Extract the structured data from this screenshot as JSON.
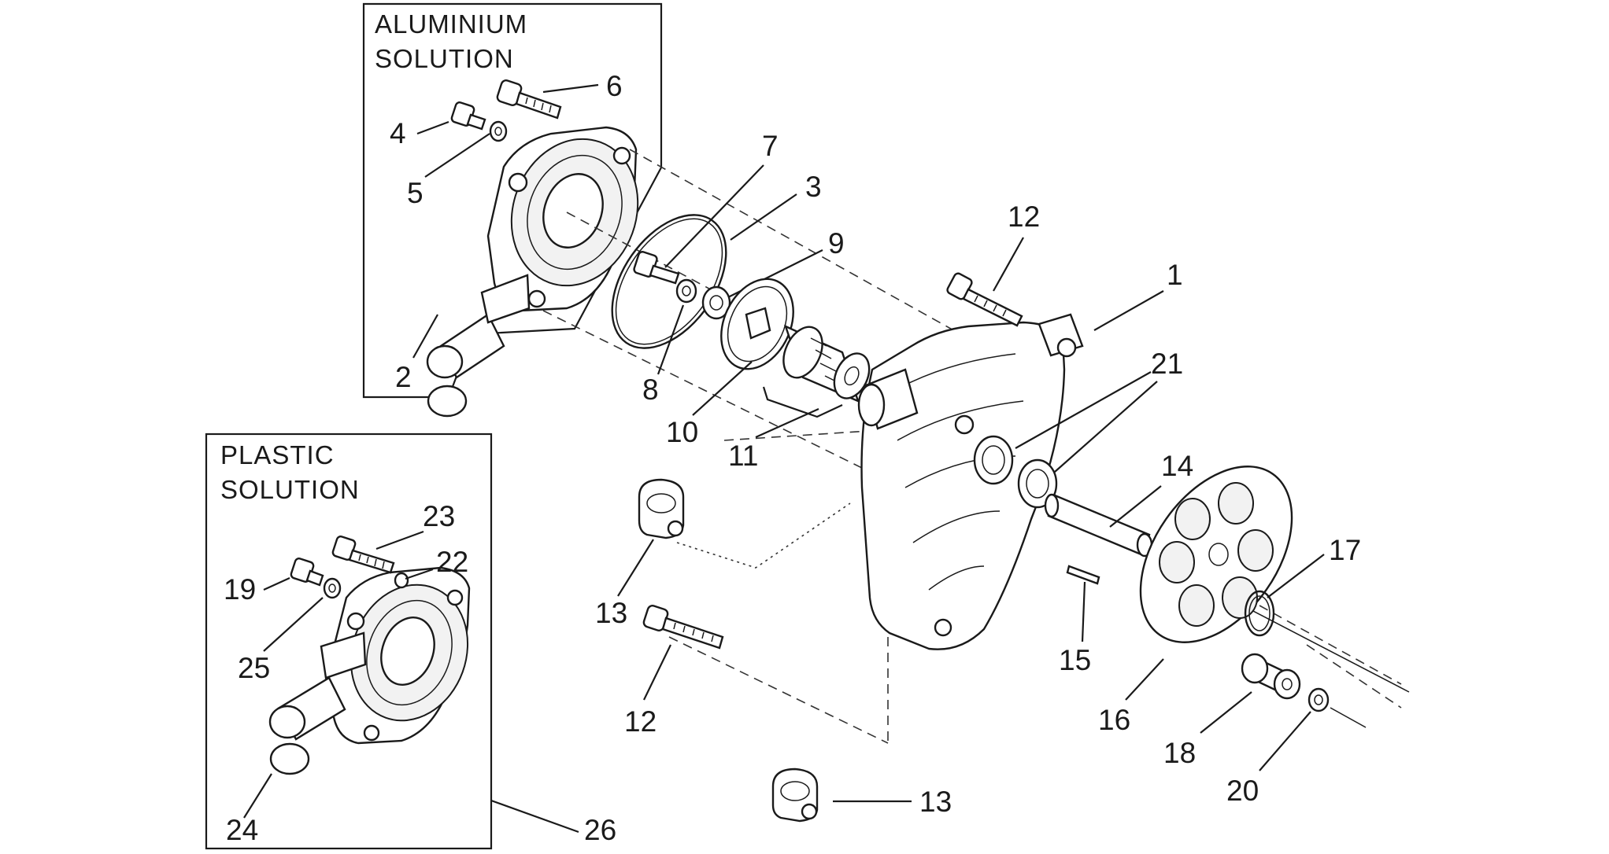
{
  "boxes": {
    "aluminium": {
      "title_line1": "ALUMINIUM",
      "title_line2": "SOLUTION"
    },
    "plastic": {
      "title_line1": "PLASTIC",
      "title_line2": "SOLUTION"
    }
  },
  "callouts": {
    "c1": "1",
    "c2": "2",
    "c3": "3",
    "c4": "4",
    "c5": "5",
    "c6": "6",
    "c7": "7",
    "c8": "8",
    "c9": "9",
    "c10": "10",
    "c11": "11",
    "c12a": "12",
    "c12b": "12",
    "c13a": "13",
    "c13b": "13",
    "c14": "14",
    "c15": "15",
    "c16": "16",
    "c17": "17",
    "c18": "18",
    "c19": "19",
    "c20": "20",
    "c21": "21",
    "c22": "22",
    "c23": "23",
    "c24": "24",
    "c25": "25",
    "c26": "26"
  }
}
